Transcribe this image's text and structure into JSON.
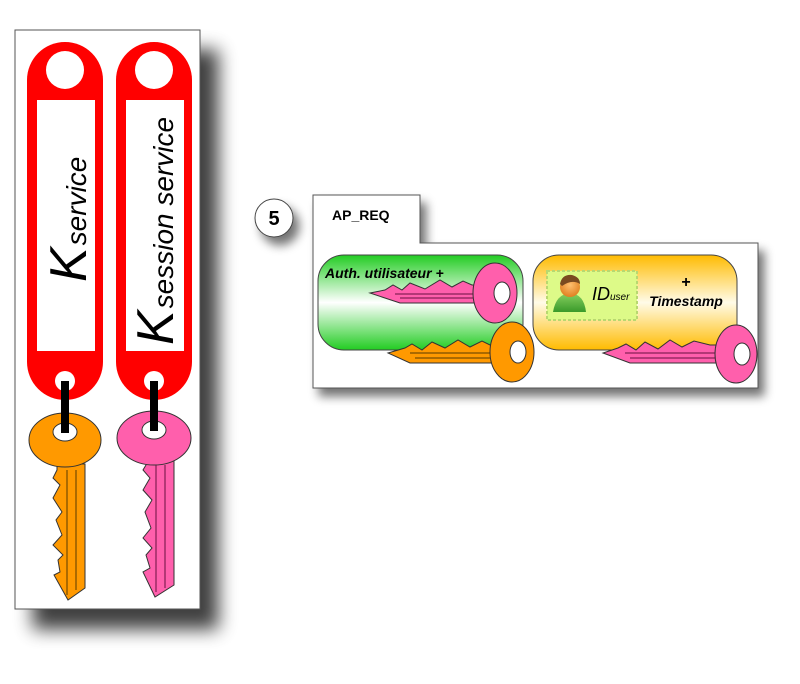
{
  "left_panel": {
    "tags": [
      {
        "main": "K",
        "sub": "service",
        "tag_color": "#ff0000",
        "key_color": "#ff9900"
      },
      {
        "main": "K",
        "sub": "session service",
        "tag_color": "#ff0000",
        "key_color": "#ff5fac"
      }
    ]
  },
  "message": {
    "step_number": "5",
    "tab_label": "AP_REQ",
    "auth_box": {
      "label": "Auth. utilisateur +",
      "color_top": "#22cc22",
      "key_inner_color": "#ff5fac",
      "key_outer_color": "#ff9900"
    },
    "id_box": {
      "id_main": "ID",
      "id_sub": "user",
      "plus": "+",
      "timestamp": "Timestamp",
      "color_top": "#ffbb00",
      "key_color": "#ff5fac"
    }
  }
}
